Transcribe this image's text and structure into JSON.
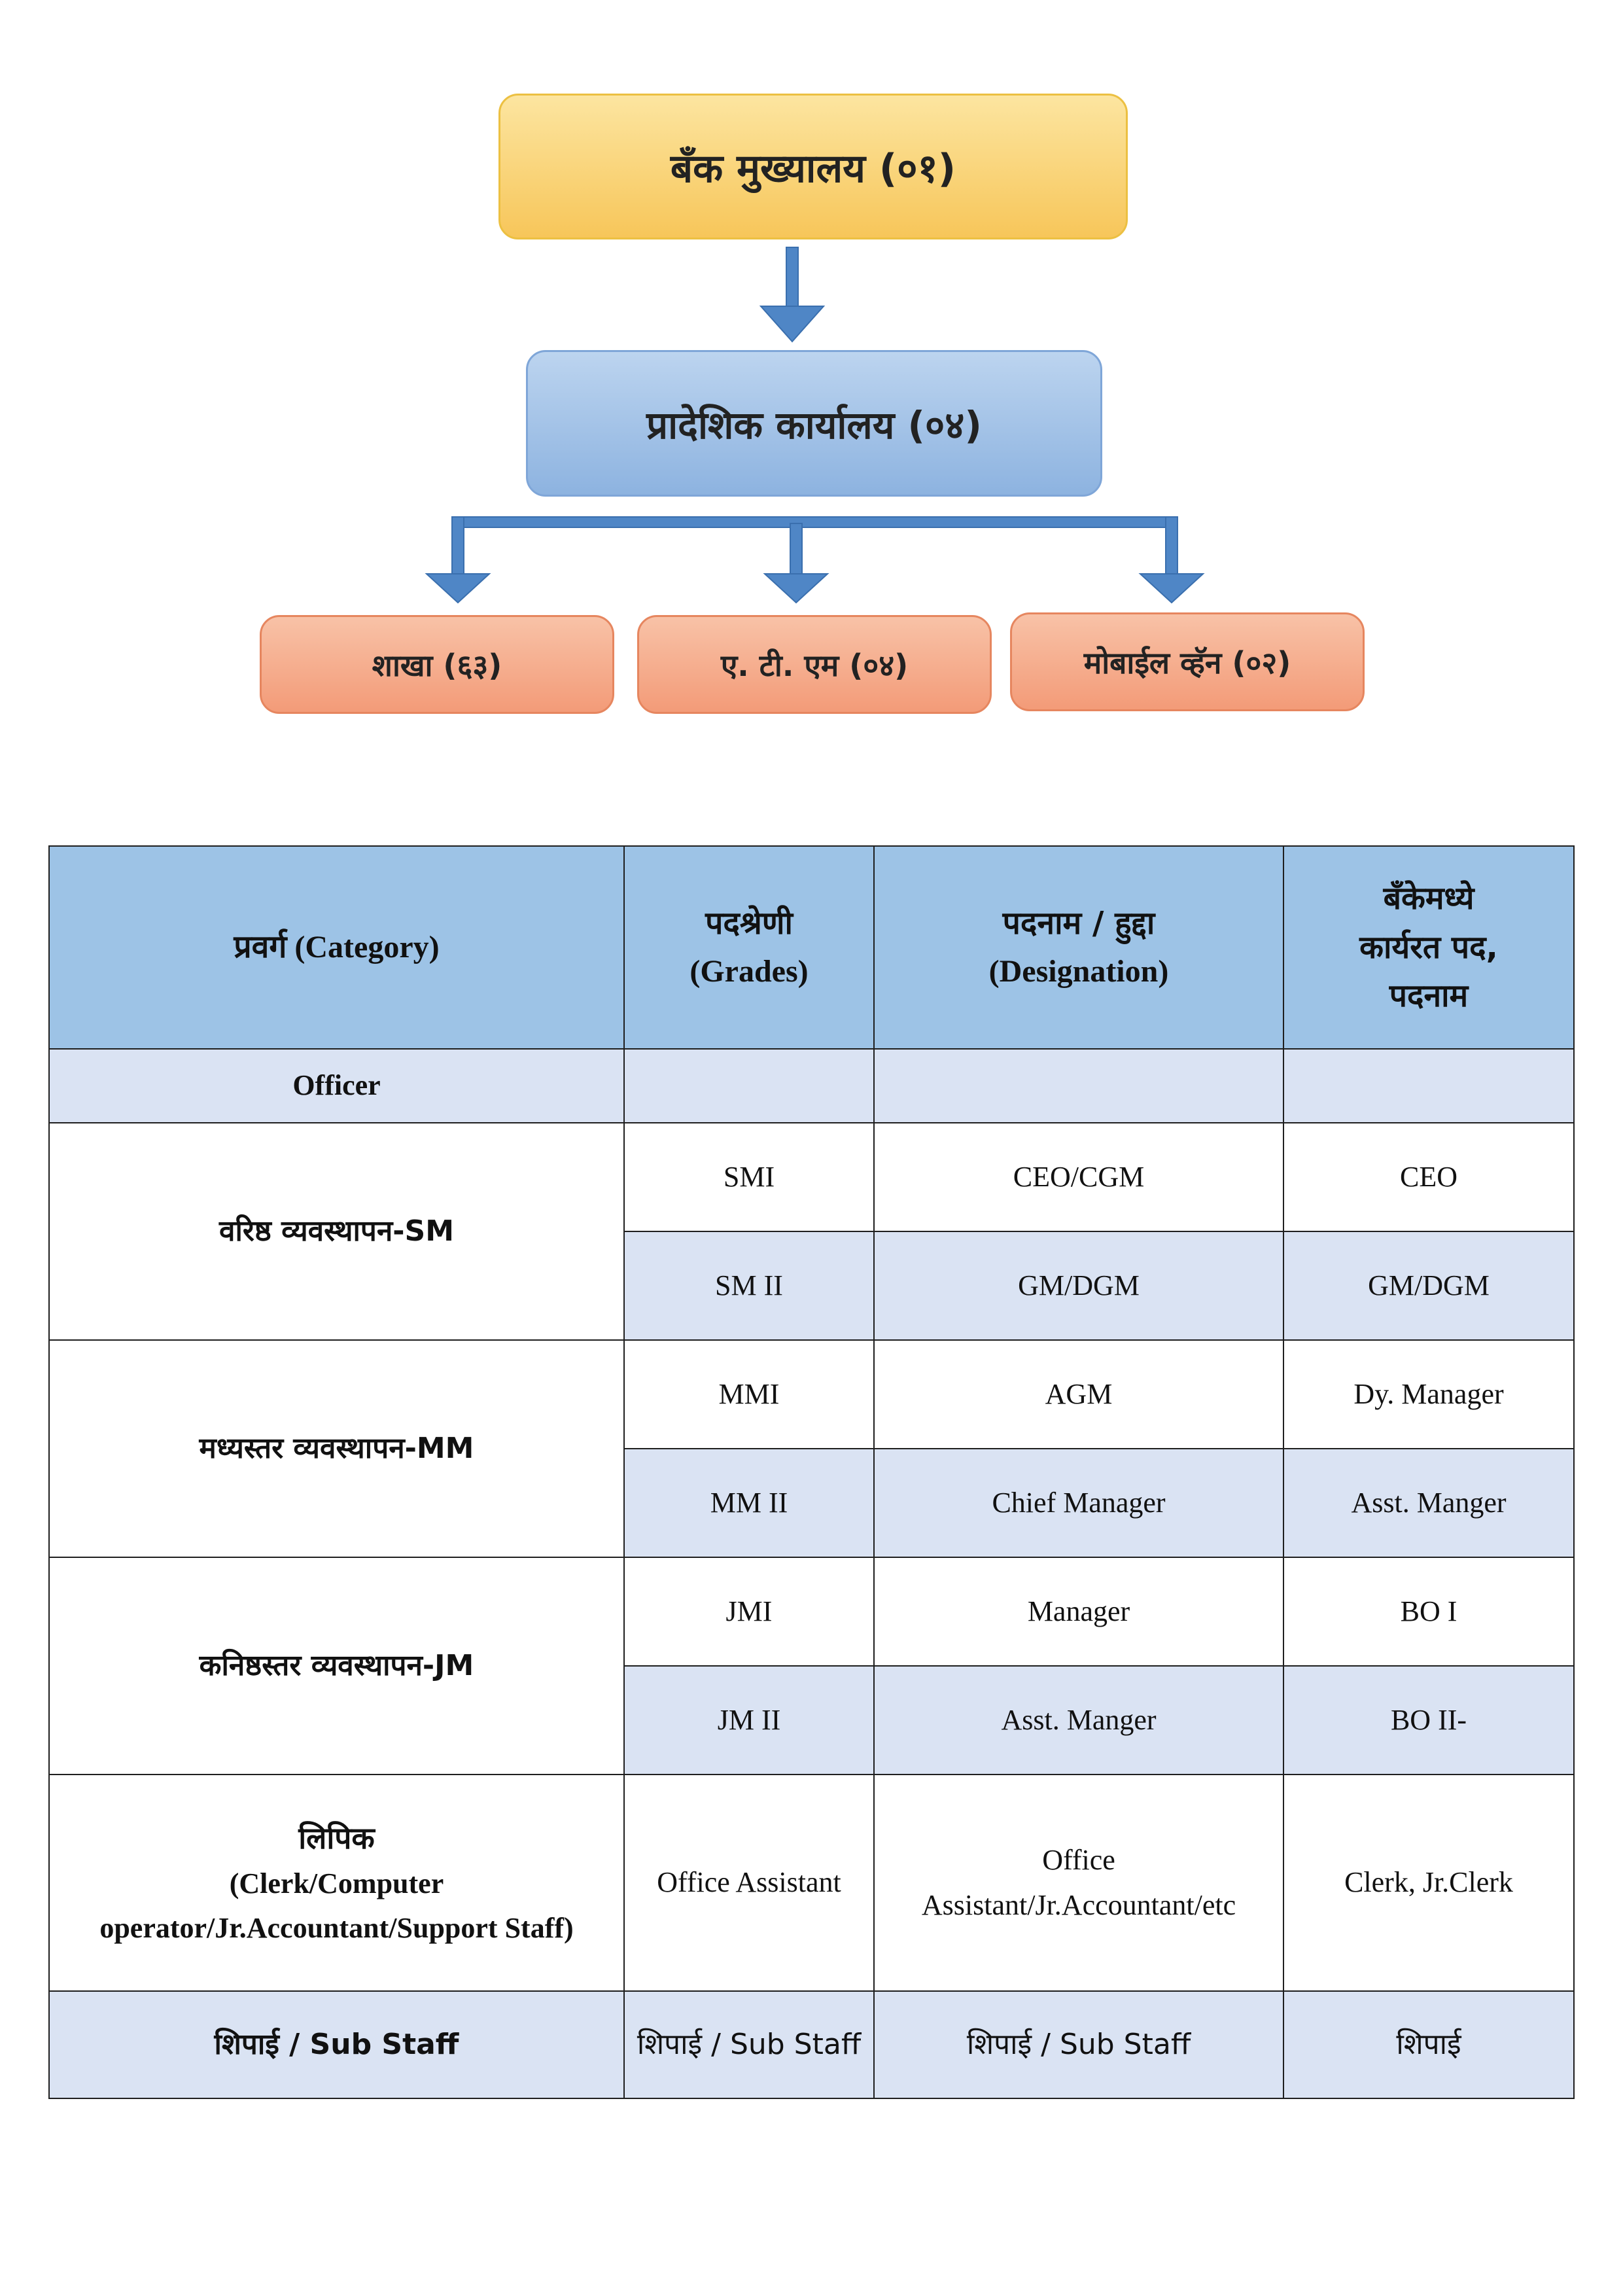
{
  "org_chart": {
    "head_office": "बँक मुख्यालय (०१)",
    "regional_office": "प्रादेशिक कार्यालय  (०४)",
    "branches": "शाखा  (६३)",
    "atm": "ए. टी. एम  (०४)",
    "mobile_van": "मोबाईल व्हॅन   (०२)",
    "colors": {
      "head_office": "#f7c65a",
      "regional_office": "#8db3e0",
      "children": "#f39b78",
      "arrows": "#4f86c6"
    }
  },
  "table": {
    "headers": {
      "category_dev": "प्रवर्ग",
      "category_en": "(Category)",
      "grades_dev": "पदश्रेणी",
      "grades_en": "(Grades)",
      "designation_dev": "पदनाम / हुद्दा",
      "designation_en": "(Designation)",
      "working_line1": "बँकेमध्ये",
      "working_line2": "कार्यरत पद,",
      "working_line3": "पदनाम"
    },
    "officer_label": "Officer",
    "senior": {
      "category": "वरिष्ठ व्यवस्थापन-SM",
      "rows": [
        {
          "grade": "SMI",
          "designation": "CEO/CGM",
          "working": "CEO"
        },
        {
          "grade": "SM II",
          "designation": "GM/DGM",
          "working": "GM/DGM"
        }
      ]
    },
    "middle": {
      "category": "मध्यस्तर व्यवस्थापन-MM",
      "rows": [
        {
          "grade": "MMI",
          "designation": "AGM",
          "working": "Dy. Manager"
        },
        {
          "grade": "MM II",
          "designation": "Chief Manager",
          "working": "Asst. Manger"
        }
      ]
    },
    "junior": {
      "category": "कनिष्ठस्तर व्यवस्थापन-JM",
      "rows": [
        {
          "grade": "JMI",
          "designation": "Manager",
          "working": "BO I"
        },
        {
          "grade": "JM II",
          "designation": "Asst. Manger",
          "working": "BO II-"
        }
      ]
    },
    "clerk": {
      "category_dev": "लिपिक",
      "category_line2": "(Clerk/Computer",
      "category_line3": "operator/Jr.Accountant/Support Staff)",
      "grade": "Office Assistant",
      "designation_line1": "Office",
      "designation_line2": "Assistant/Jr.Accountant/etc",
      "working": "Clerk, Jr.Clerk"
    },
    "sub_staff": {
      "category": "शिपाई / Sub Staff",
      "grade": "शिपाई / Sub Staff",
      "designation": "शिपाई / Sub Staff",
      "working": "शिपाई"
    }
  }
}
